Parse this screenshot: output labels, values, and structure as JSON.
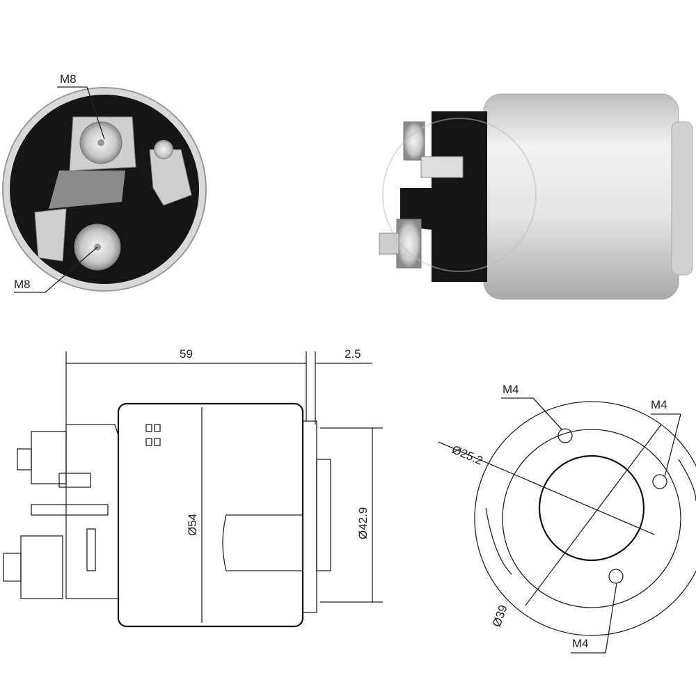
{
  "front_view": {
    "terminal_top_label": "M8",
    "terminal_bottom_label": "M8"
  },
  "side_view": {
    "length_label": "59",
    "flange_label": "2.5",
    "body_diameter_label": "Ø54",
    "flange_diameter_label": "Ø42.9"
  },
  "end_view": {
    "mount_hole_top_label": "M4",
    "mount_hole_right_label": "M4",
    "mount_hole_bottom_label": "M4",
    "bore_diameter_label": "Ø25.2",
    "bolt_circle_label": "Ø39"
  },
  "colors": {
    "line": "#222222",
    "body_silver": "#dcdcdc",
    "insulator_black": "#151515"
  }
}
